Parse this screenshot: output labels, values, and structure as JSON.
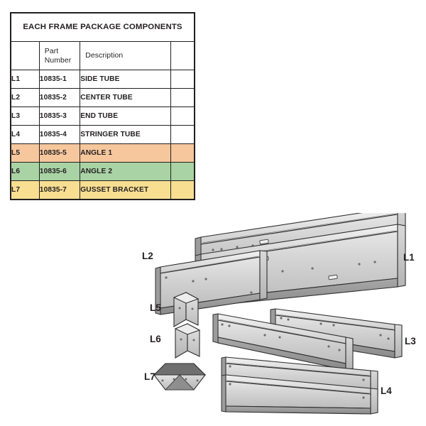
{
  "table": {
    "title": "EACH FRAME PACKAGE COMPONENTS",
    "headers": {
      "ref": "",
      "part_number": "Part Number",
      "description": "Description",
      "extra": ""
    },
    "rows": [
      {
        "ref": "L1",
        "part_number": "10835-1",
        "description": "SIDE TUBE",
        "extra": "",
        "bg": "#ffffff"
      },
      {
        "ref": "L2",
        "part_number": "10835-2",
        "description": "CENTER TUBE",
        "extra": "",
        "bg": "#ffffff"
      },
      {
        "ref": "L3",
        "part_number": "10835-3",
        "description": "END TUBE",
        "extra": "",
        "bg": "#ffffff"
      },
      {
        "ref": "L4",
        "part_number": "10835-4",
        "description": "STRINGER TUBE",
        "extra": "",
        "bg": "#ffffff"
      },
      {
        "ref": "L5",
        "part_number": "10835-5",
        "description": "ANGLE 1",
        "extra": "",
        "bg": "#f6c79d"
      },
      {
        "ref": "L6",
        "part_number": "10835-6",
        "description": "ANGLE 2",
        "extra": "",
        "bg": "#a9d3a4"
      },
      {
        "ref": "L7",
        "part_number": "10835-7",
        "description": "GUSSET BRACKET",
        "extra": "",
        "bg": "#f8de91"
      }
    ]
  },
  "diagram": {
    "labels": {
      "l1": "L1",
      "l2": "L2",
      "l3": "L3",
      "l4": "L4",
      "l5": "L5",
      "l6": "L6",
      "l7": "L7"
    }
  },
  "colors": {
    "border": "#231f20",
    "background": "#ffffff",
    "metal_light": "#dcdcdc",
    "metal_mid": "#c4c4c4",
    "metal_dark": "#8f8f8f",
    "metal_edge": "#3b3b3b",
    "row_angle1": "#f6c79d",
    "row_angle2": "#a9d3a4",
    "row_gusset": "#f8de91"
  }
}
